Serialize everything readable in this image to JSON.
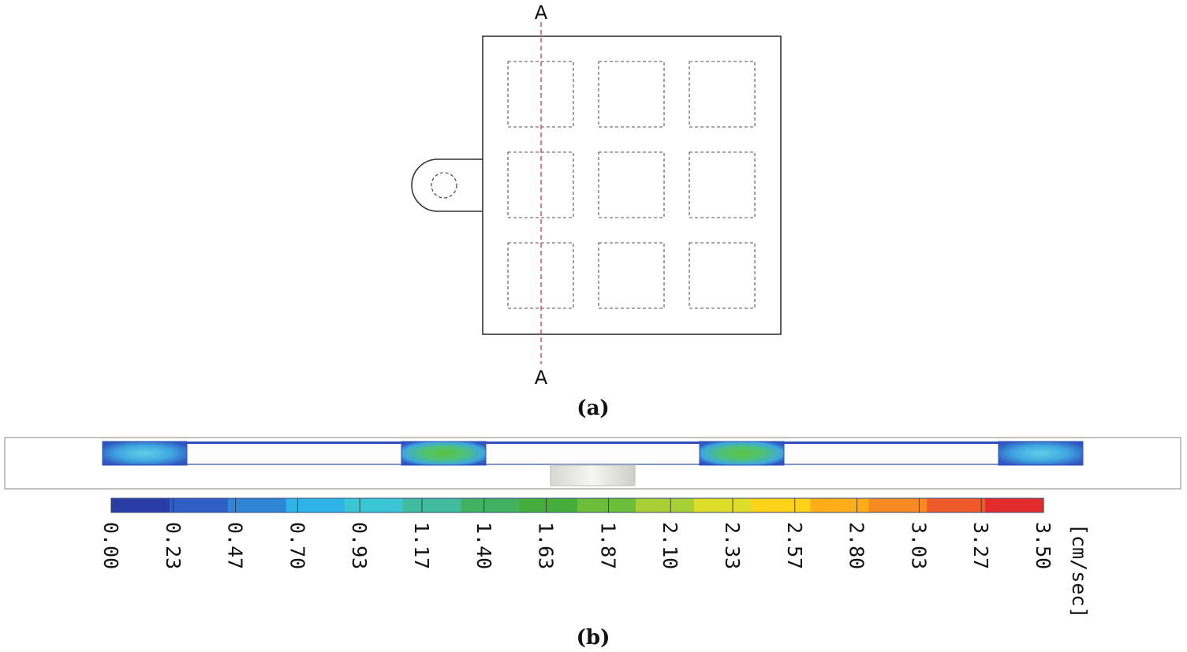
{
  "panel_a": {
    "label": "(a)",
    "section_marker_top": "A",
    "section_marker_bottom": "A",
    "grid_rows": 3,
    "grid_cols": 3
  },
  "panel_b": {
    "label": "(b)",
    "colorbar": {
      "unit": "[cm/sec]",
      "ticks": [
        "0.00",
        "0.23",
        "0.47",
        "0.70",
        "0.93",
        "1.17",
        "1.40",
        "1.63",
        "1.87",
        "2.10",
        "2.33",
        "2.57",
        "2.80",
        "3.03",
        "3.27",
        "3.50"
      ],
      "colors": [
        "#2a3da6",
        "#2f5ec4",
        "#2f86d6",
        "#2fb4e8",
        "#3ac6d4",
        "#3fbd9e",
        "#41b360",
        "#44ad3c",
        "#6bbd3a",
        "#a8cf36",
        "#dede2a",
        "#ffd21a",
        "#ffae1a",
        "#f88a22",
        "#ef5a2a",
        "#e52c2c"
      ]
    },
    "cavity_peaks": [
      {
        "id": "left",
        "value": 0.75,
        "color": "#4fc3e0"
      },
      {
        "id": "center-left",
        "value": 1.55,
        "color": "#54c24a"
      },
      {
        "id": "center-right",
        "value": 1.55,
        "color": "#54c24a"
      },
      {
        "id": "right",
        "value": 0.75,
        "color": "#4fc3e0"
      }
    ]
  }
}
